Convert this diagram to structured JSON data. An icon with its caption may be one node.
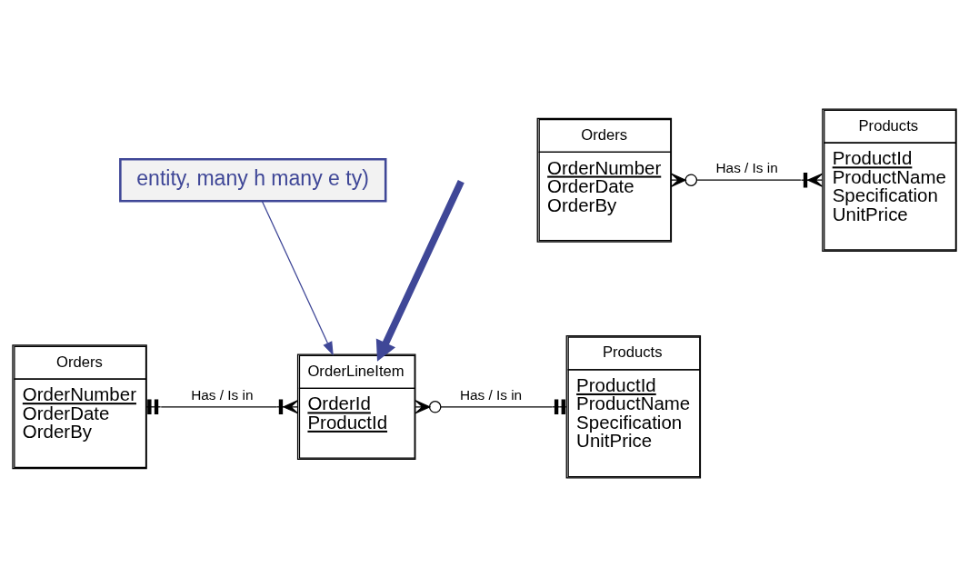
{
  "diagram": {
    "nodes": [
      {
        "text": [
          "entity, many h many e ty)"
        ]
      },
      {
        "text": [
          "Orders",
          "OrderNumber",
          "OrderDate",
          "OrderBy"
        ]
      },
      {
        "text": [
          "Products",
          "ProductId",
          "ProductName",
          "Specification",
          "UnitPrice"
        ]
      },
      {
        "text": [
          "Orders",
          "OrderNumber",
          "OrderDate",
          "OrderBy"
        ]
      },
      {
        "text": [
          "OrderLineItem",
          "OrderId",
          "ProductId"
        ]
      },
      {
        "text": [
          "Products",
          "ProductId",
          "ProductName",
          "Specification",
          "UnitPrice"
        ]
      }
    ],
    "edges": [
      {
        "from": 1,
        "to": 2,
        "arrow": "other",
        "label": "Has / Is in"
      },
      {
        "from": null,
        "to": 4,
        "arrow": "to",
        "style": "thick",
        "color": "#3f4797"
      },
      {
        "from": 0,
        "to": 4,
        "arrow": "to",
        "color": "#3f4797"
      },
      {
        "from": 3,
        "to": 4,
        "arrow": "other",
        "label": "Has / Is in"
      },
      {
        "from": 4,
        "to": 5,
        "arrow": "other",
        "label": "Has / Is in"
      }
    ]
  }
}
